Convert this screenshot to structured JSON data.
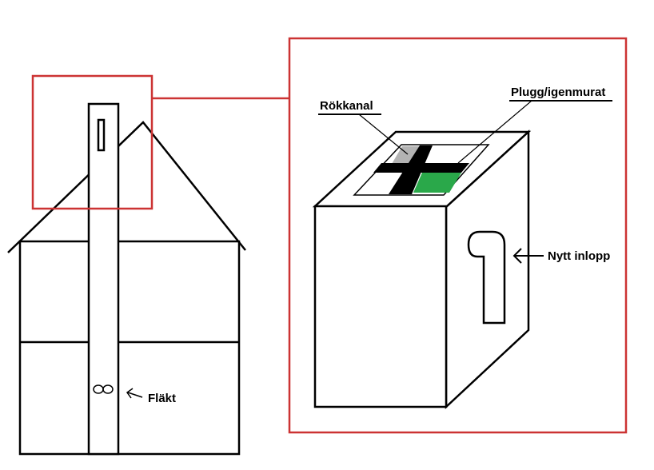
{
  "labels": {
    "rokkanal": "Rökkanal",
    "plugg": "Plugg/igenmurat",
    "nytt_inlopp": "Nytt inlopp",
    "flakt": "Fläkt"
  },
  "colors": {
    "highlight_box": "#cc3333",
    "rokkanal_fill": "#b3b3b3",
    "plugg_fill": "#2aa84a",
    "divider_fill": "#000000",
    "line": "#000000"
  },
  "icons": {
    "fan": "infinity-fan-icon",
    "arrow": "arrow-left-icon"
  }
}
